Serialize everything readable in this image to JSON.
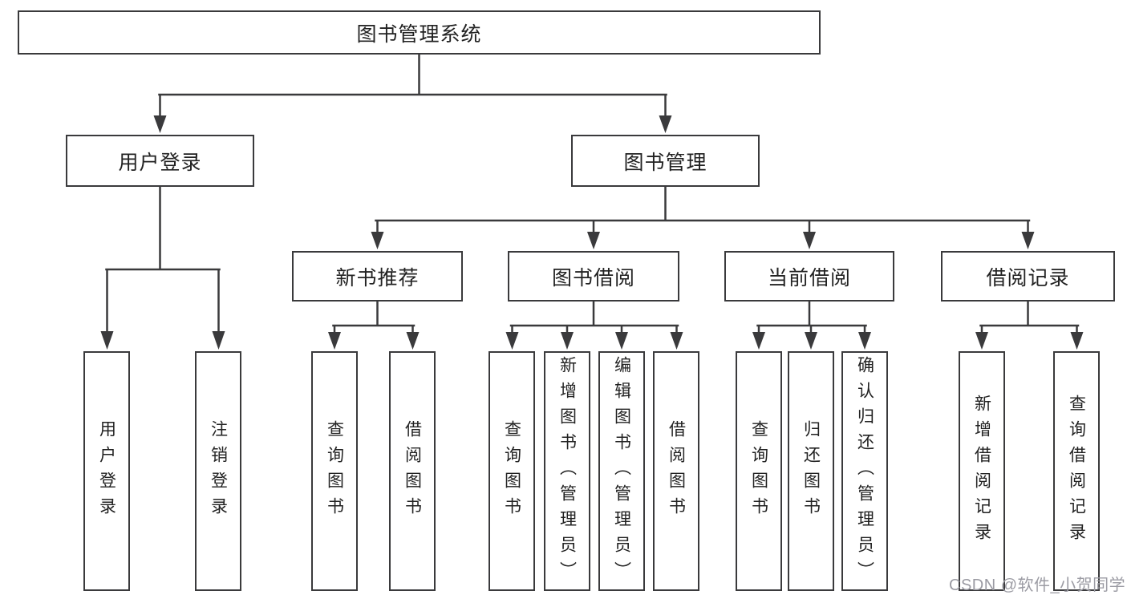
{
  "watermark": "CSDN @软件_小贺同学",
  "colors": {
    "line": "#3a3a3c",
    "text": "#222222",
    "watermark_gray": "#9b9ba3",
    "background": "#ffffff"
  },
  "tree": {
    "root": {
      "label": "图书管理系统"
    },
    "level2": [
      {
        "label": "用户登录",
        "children": [
          {
            "label": "用户登录"
          },
          {
            "label": "注销登录"
          }
        ]
      },
      {
        "label": "图书管理",
        "sections": [
          {
            "label": "新书推荐",
            "children": [
              {
                "label": "查询图书"
              },
              {
                "label": "借阅图书"
              }
            ]
          },
          {
            "label": "图书借阅",
            "children": [
              {
                "label": "查询图书"
              },
              {
                "label": "新增图书（管理员）"
              },
              {
                "label": "编辑图书（管理员）"
              },
              {
                "label": "借阅图书"
              }
            ]
          },
          {
            "label": "当前借阅",
            "children": [
              {
                "label": "查询图书"
              },
              {
                "label": "归还图书"
              },
              {
                "label": "确认归还（管理员）"
              }
            ]
          },
          {
            "label": "借阅记录",
            "children": [
              {
                "label": "新增借阅记录"
              },
              {
                "label": "查询借阅记录"
              }
            ]
          }
        ]
      }
    ]
  }
}
